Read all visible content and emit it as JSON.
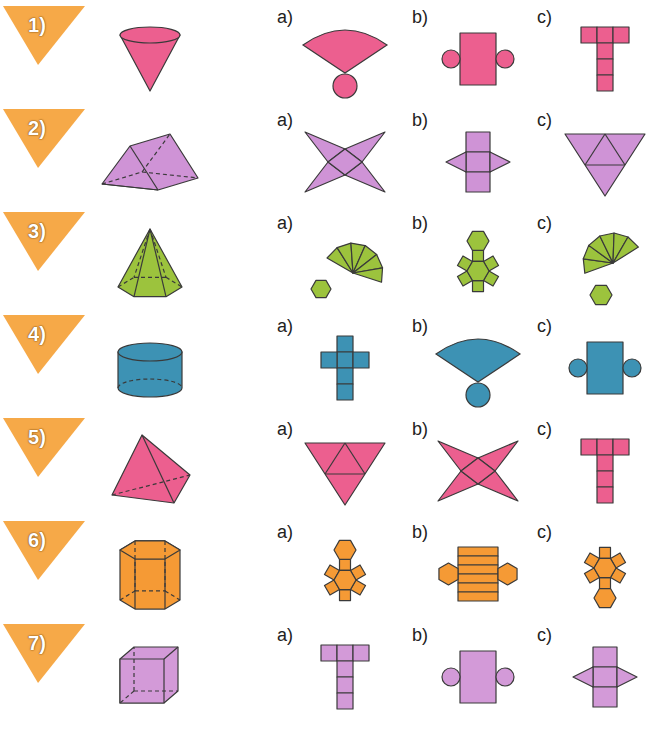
{
  "diagram": {
    "nodes": [
      {
        "text": [
          "1)"
        ]
      },
      {
        "text": [
          "2)"
        ]
      },
      {
        "text": [
          "3)"
        ]
      },
      {
        "text": [
          "4)"
        ]
      },
      {
        "text": [
          "5)"
        ]
      },
      {
        "text": [
          "6)"
        ]
      },
      {
        "text": [
          "7)"
        ]
      }
    ],
    "labels": [
      "a)",
      "b)",
      "c)",
      "a)",
      "b)",
      "c)",
      "a)",
      "b)",
      "c)",
      "a)",
      "b)",
      "c)",
      "a)",
      "b)",
      "c)",
      "a)",
      "b)",
      "c)",
      "a)",
      "b)",
      "c)"
    ]
  }
}
